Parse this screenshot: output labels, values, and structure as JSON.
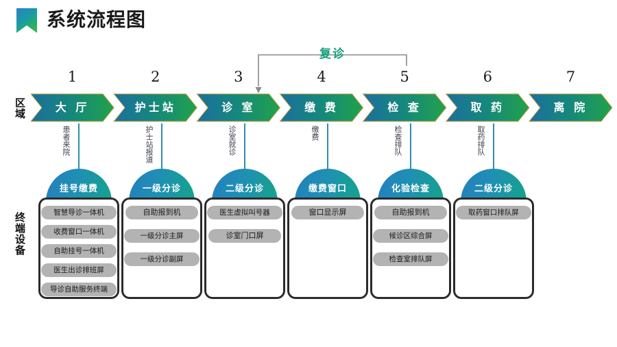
{
  "header": {
    "title": "系统流程图",
    "logo_icon": "bookmark-logo-icon"
  },
  "row_labels": {
    "area": "区域",
    "device": "终端设备"
  },
  "loop": {
    "label": "复诊",
    "from_step": 5,
    "to_step": 3
  },
  "colors": {
    "chevron_start": "#1b7b9e",
    "chevron_end": "#1fa04c",
    "chevron_top_edge": "#c8a23c",
    "badge_start": "#2380bd",
    "badge_end": "#15a38b",
    "arrow": "#1a7fa8",
    "loop_label": "#12a07c",
    "pill_bg": "#b3b3b3",
    "card_border": "#2b2b2b"
  },
  "steps": [
    {
      "number": "1",
      "area": "大 厅",
      "flow_text": "患者来院"
    },
    {
      "number": "2",
      "area": "护士站",
      "flow_text": "护士站报道"
    },
    {
      "number": "3",
      "area": "诊 室",
      "flow_text": "诊室就诊"
    },
    {
      "number": "4",
      "area": "缴 费",
      "flow_text": "缴费"
    },
    {
      "number": "5",
      "area": "检 查",
      "flow_text": "检查排队"
    },
    {
      "number": "6",
      "area": "取 药",
      "flow_text": "取药排队"
    },
    {
      "number": "7",
      "area": "离 院",
      "flow_text": ""
    }
  ],
  "terminals": [
    {
      "badge": "挂号缴费",
      "devices": [
        "智慧导诊一体机",
        "收费窗口一体机",
        "自助挂号一体机",
        "医生出诊排班屏",
        "导诊自助服务终端"
      ]
    },
    {
      "badge": "一级分诊",
      "devices": [
        "自助报到机",
        "一级分诊主屏",
        "一级分诊副屏"
      ]
    },
    {
      "badge": "二级分诊",
      "devices": [
        "医生虚拟叫号器",
        "诊室门口屏"
      ]
    },
    {
      "badge": "缴费窗口",
      "devices": [
        "窗口显示屏"
      ]
    },
    {
      "badge": "化验检查",
      "devices": [
        "自助报到机",
        "候诊区综合屏",
        "检查室排队屏"
      ]
    },
    {
      "badge": "二级分诊",
      "devices": [
        "取药窗口排队屏"
      ]
    }
  ]
}
